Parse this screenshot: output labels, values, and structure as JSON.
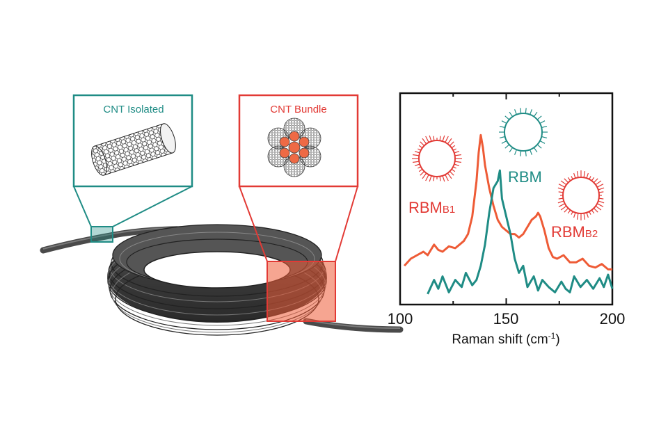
{
  "colors": {
    "teal": "#1f8c85",
    "red": "#e23a35",
    "orange": "#ee5b36",
    "coil": "#4a4a4a",
    "coil_dark": "#2f2f2f",
    "axis": "#111111"
  },
  "insets": {
    "isolated": {
      "title": "CNT Isolated",
      "color": "teal"
    },
    "bundle": {
      "title": "CNT Bundle",
      "color": "red"
    }
  },
  "chart": {
    "xlabel_main": "Raman shift (cm",
    "xlabel_sup": "-1",
    "xlabel_end": ")",
    "labels": {
      "rbm": "RBM",
      "rbm_b1_main": "RBM",
      "rbm_b1_sub": "B1",
      "rbm_b2_main": "RBM",
      "rbm_b2_sub": "B2"
    }
  },
  "chart_data": {
    "type": "line",
    "xlabel": "Raman shift (cm-1)",
    "ylabel": "",
    "xlim": [
      100,
      200
    ],
    "xticks": [
      "100",
      "150",
      "200"
    ],
    "yticks_shown": false,
    "series": [
      {
        "name": "RBM",
        "color": "#1f8c85",
        "points": [
          [
            113,
            0.02
          ],
          [
            116,
            0.1
          ],
          [
            118,
            0.05
          ],
          [
            120,
            0.12
          ],
          [
            123,
            0.03
          ],
          [
            126,
            0.1
          ],
          [
            129,
            0.06
          ],
          [
            131,
            0.14
          ],
          [
            134,
            0.07
          ],
          [
            136,
            0.1
          ],
          [
            138,
            0.18
          ],
          [
            140,
            0.3
          ],
          [
            142,
            0.48
          ],
          [
            144,
            0.62
          ],
          [
            146,
            0.66
          ],
          [
            147,
            0.72
          ],
          [
            148,
            0.56
          ],
          [
            150,
            0.46
          ],
          [
            152,
            0.36
          ],
          [
            154,
            0.22
          ],
          [
            156,
            0.14
          ],
          [
            158,
            0.18
          ],
          [
            160,
            0.06
          ],
          [
            163,
            0.12
          ],
          [
            165,
            0.04
          ],
          [
            167,
            0.1
          ],
          [
            170,
            0.06
          ],
          [
            173,
            0.03
          ],
          [
            176,
            0.09
          ],
          [
            178,
            0.05
          ],
          [
            180,
            0.03
          ],
          [
            182,
            0.12
          ],
          [
            185,
            0.06
          ],
          [
            188,
            0.1
          ],
          [
            191,
            0.05
          ],
          [
            194,
            0.11
          ],
          [
            196,
            0.06
          ],
          [
            198,
            0.13
          ],
          [
            200,
            0.05
          ]
        ]
      },
      {
        "name": "RBMB1",
        "color": "#ee5b36",
        "points": [
          [
            102,
            0.18
          ],
          [
            105,
            0.22
          ],
          [
            108,
            0.24
          ],
          [
            111,
            0.26
          ],
          [
            113,
            0.24
          ],
          [
            116,
            0.3
          ],
          [
            118,
            0.27
          ],
          [
            120,
            0.26
          ],
          [
            123,
            0.29
          ],
          [
            126,
            0.28
          ],
          [
            128,
            0.3
          ],
          [
            130,
            0.32
          ],
          [
            132,
            0.36
          ],
          [
            134,
            0.46
          ],
          [
            136,
            0.66
          ],
          [
            137,
            0.82
          ],
          [
            138,
            0.92
          ],
          [
            139,
            0.85
          ],
          [
            140,
            0.75
          ],
          [
            142,
            0.62
          ],
          [
            144,
            0.52
          ],
          [
            146,
            0.44
          ],
          [
            148,
            0.4
          ],
          [
            150,
            0.38
          ],
          [
            152,
            0.36
          ],
          [
            154,
            0.36
          ],
          [
            156,
            0.34
          ],
          [
            158,
            0.36
          ],
          [
            160,
            0.4
          ],
          [
            162,
            0.44
          ],
          [
            164,
            0.46
          ],
          [
            165,
            0.48
          ],
          [
            166,
            0.46
          ],
          [
            168,
            0.38
          ],
          [
            170,
            0.28
          ],
          [
            172,
            0.23
          ],
          [
            174,
            0.22
          ],
          [
            177,
            0.24
          ],
          [
            180,
            0.2
          ],
          [
            183,
            0.2
          ],
          [
            186,
            0.22
          ],
          [
            189,
            0.18
          ],
          [
            192,
            0.17
          ],
          [
            195,
            0.19
          ],
          [
            198,
            0.16
          ],
          [
            200,
            0.16
          ]
        ]
      }
    ]
  }
}
